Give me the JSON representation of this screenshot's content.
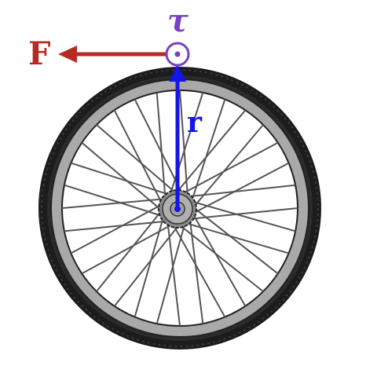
{
  "labels": {
    "force": "F",
    "radius": "r",
    "torque": "τ"
  },
  "colors": {
    "force": "#b52b24",
    "radius": "#1515e6",
    "torque": "#7a3fc4",
    "tire": "#1c1c1c",
    "rim": "#a9a9a9",
    "spoke": "#555555",
    "hub": "#9a9a9a"
  },
  "wheel": {
    "spoke_count": 32
  },
  "icons": {
    "torque_symbol": "out-of-page-dot-icon"
  }
}
